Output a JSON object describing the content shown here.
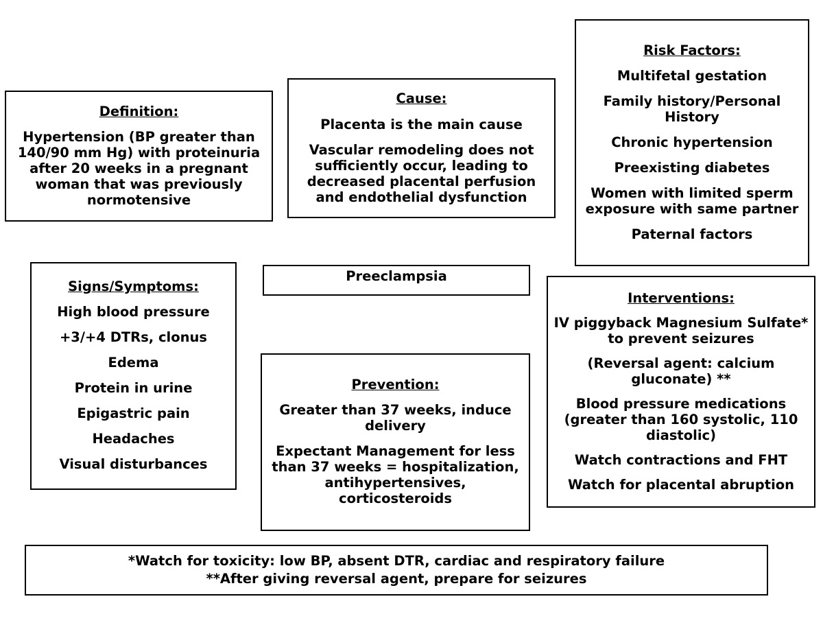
{
  "diagram": {
    "center_node": {
      "label": "Preeclampsia"
    },
    "nodes": {
      "definition": {
        "title": "Definition:",
        "lines": [
          "Hypertension (BP greater than 140/90 mm Hg) with proteinuria after 20 weeks in a pregnant woman that was previously normotensive"
        ]
      },
      "cause": {
        "title": "Cause:",
        "lines": [
          "Placenta is the main cause",
          "Vascular remodeling does not sufficiently occur, leading to decreased placental perfusion and endothelial dysfunction"
        ]
      },
      "risk_factors": {
        "title": "Risk Factors:",
        "lines": [
          "Multifetal gestation",
          "Family history/Personal History",
          "Chronic hypertension",
          "Preexisting diabetes",
          "Women with limited sperm exposure with same partner",
          "Paternal factors"
        ]
      },
      "signs_symptoms": {
        "title": "Signs/Symptoms:",
        "lines": [
          "High blood pressure",
          "+3/+4 DTRs, clonus",
          "Edema",
          "Protein in urine",
          "Epigastric pain",
          "Headaches",
          "Visual disturbances"
        ]
      },
      "prevention": {
        "title": "Prevention:",
        "lines": [
          "Greater than 37 weeks, induce delivery",
          "Expectant Management for less than 37 weeks = hospitalization, antihypertensives, corticosteroids"
        ]
      },
      "interventions": {
        "title": "Interventions:",
        "lines": [
          "IV piggyback Magnesium Sulfate* to prevent seizures",
          "(Reversal agent: calcium gluconate) **",
          "Blood pressure medications (greater than 160 systolic, 110 diastolic)",
          "Watch contractions and FHT",
          "Watch for placental abruption"
        ]
      },
      "footnote": {
        "lines": [
          "*Watch for toxicity: low BP, absent DTR, cardiac and respiratory failure",
          "**After giving reversal agent, prepare for seizures"
        ]
      }
    },
    "colors": {
      "border": "#000000",
      "background": "#ffffff",
      "text": "#000000"
    }
  }
}
